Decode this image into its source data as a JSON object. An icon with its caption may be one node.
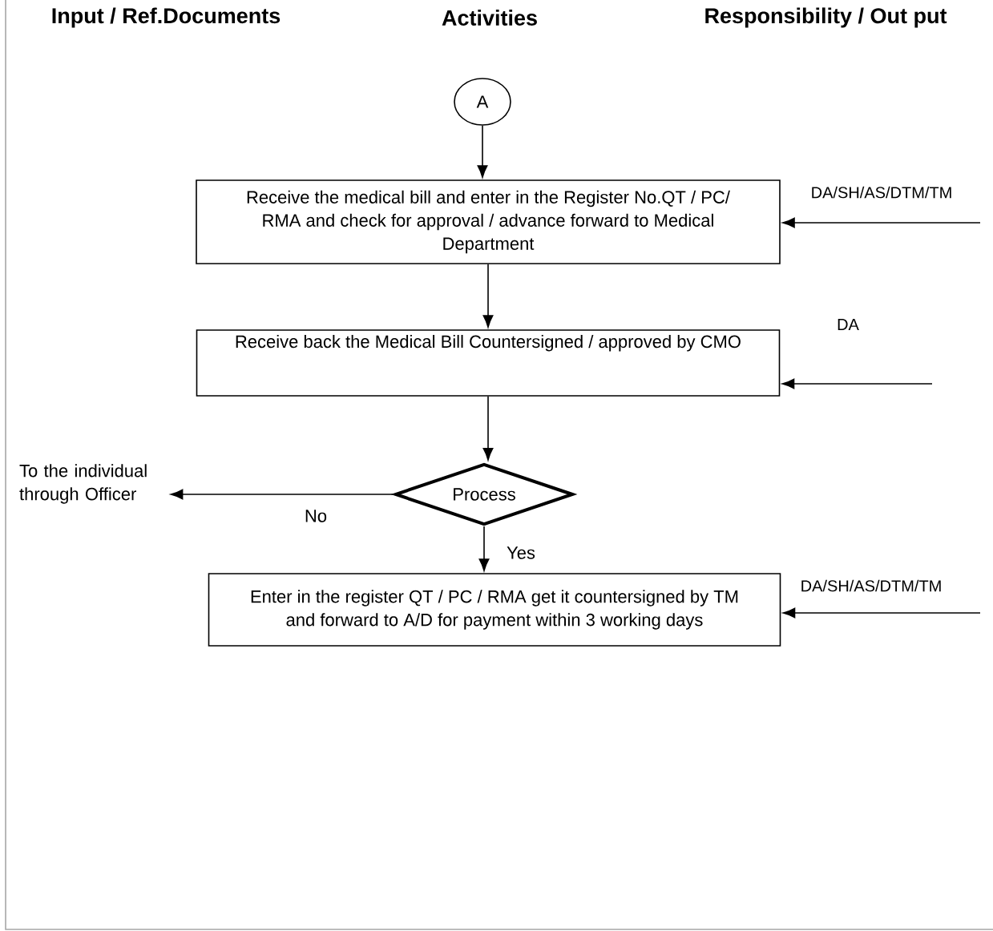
{
  "diagram": {
    "nodes": [
      {
        "text": [
          "A"
        ]
      },
      {
        "text": [
          "Receive the medical bill and enter in the Register No.QT / PC/ RMA and check for approval / advance forward to Medical Department"
        ]
      },
      {
        "text": [
          "Receive back the Medical Bill Countersigned / approved by CMO"
        ]
      },
      {
        "text": [
          "Process"
        ]
      },
      {
        "text": [
          "Enter in the register QT / PC / RMA get it countersigned by TM and forward to A/D for payment within 3 working days"
        ]
      },
      {
        "text": [
          "To the individual through Officer"
        ]
      }
    ],
    "edges": [
      {
        "from": 0,
        "to": 1,
        "arrow": "to"
      },
      {
        "from": 1,
        "to": 2,
        "arrow": "to"
      },
      {
        "from": 2,
        "to": 3,
        "arrow": "to"
      },
      {
        "from": 3,
        "to": 5,
        "arrow": "to",
        "label": "No"
      },
      {
        "from": 3,
        "to": 4,
        "arrow": "to",
        "label": "Yes"
      },
      {
        "from": null,
        "to": 1,
        "arrow": "to"
      },
      {
        "from": null,
        "to": 2,
        "arrow": "to"
      },
      {
        "from": null,
        "to": 4,
        "arrow": "to"
      }
    ],
    "labels": [
      "Input / Ref.Documents",
      "Activities",
      "Responsibility / Out put",
      "DA/SH/AS/DTM/TM",
      "DA",
      "DA/SH/AS/DTM/TM"
    ]
  }
}
